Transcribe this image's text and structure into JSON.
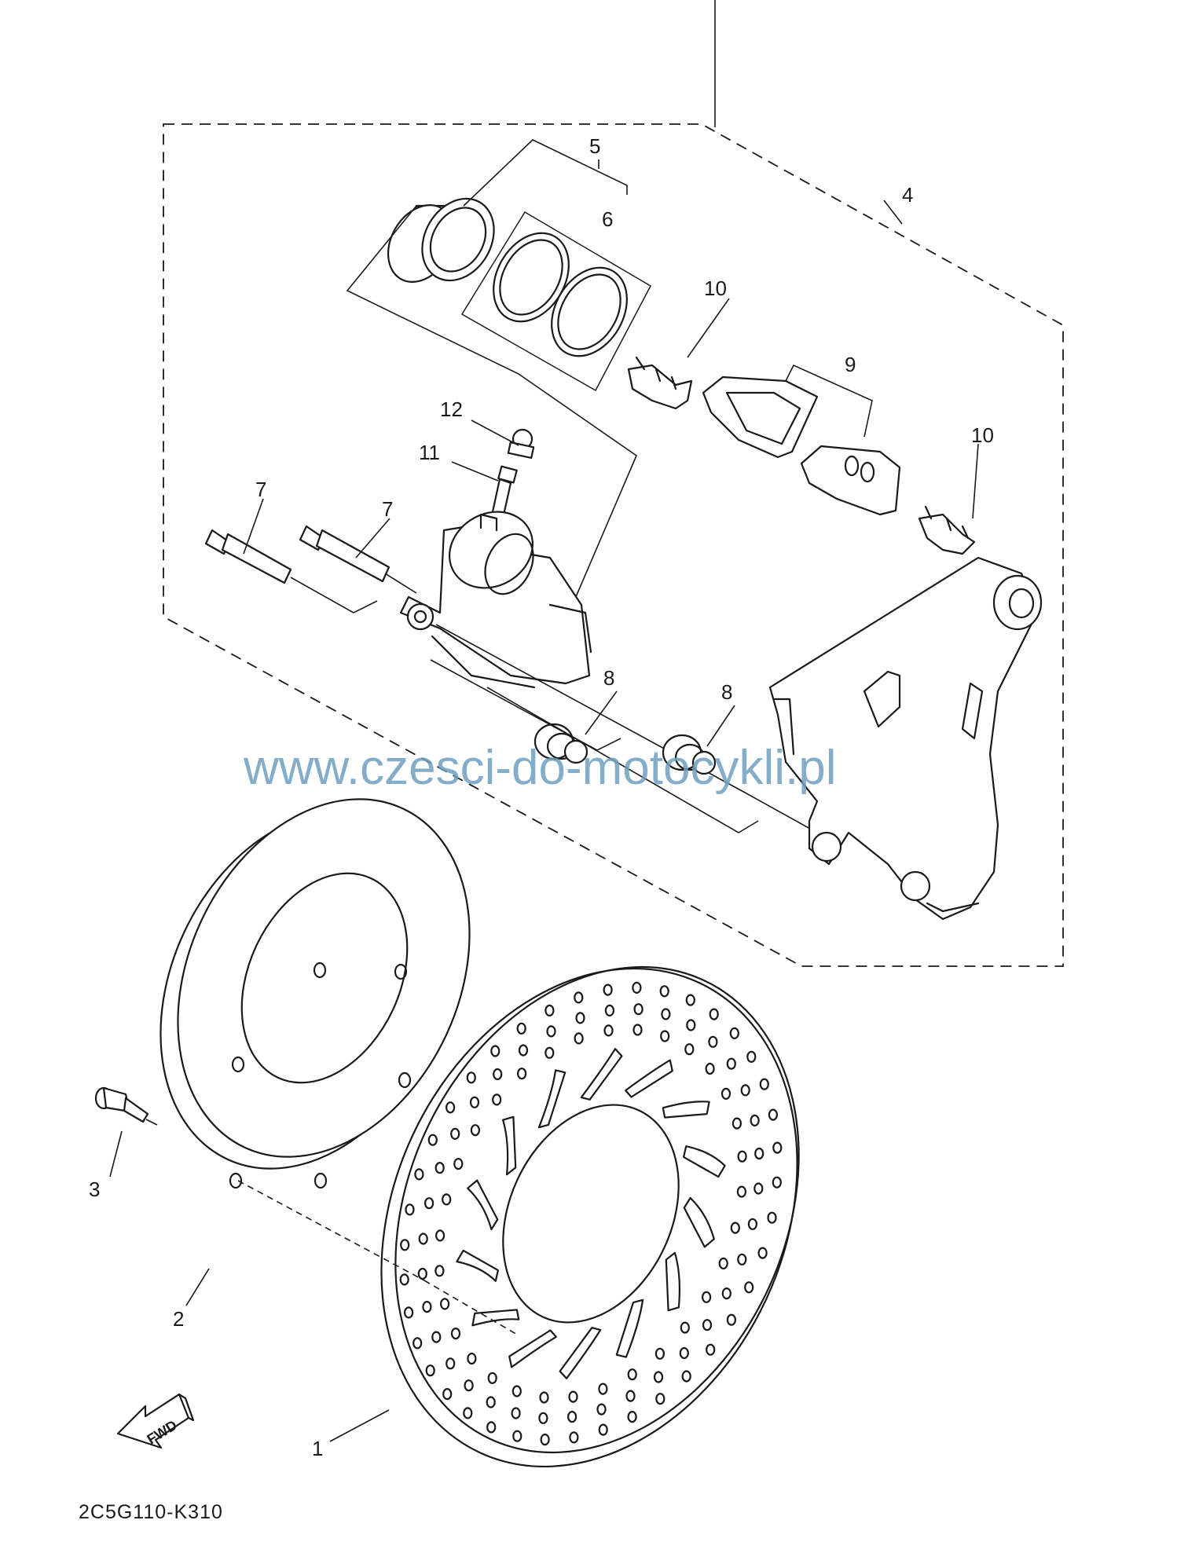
{
  "diagram": {
    "code": "2C5G110-K310",
    "watermark": "www.czesci-do-motocykli.pl",
    "fwd_label": "FWD",
    "callouts": [
      "1",
      "2",
      "3",
      "4",
      "5",
      "6",
      "7",
      "7",
      "8",
      "8",
      "9",
      "10",
      "10",
      "11",
      "12"
    ]
  },
  "icons": {
    "fwd_arrow": "fwd-arrow-icon"
  }
}
